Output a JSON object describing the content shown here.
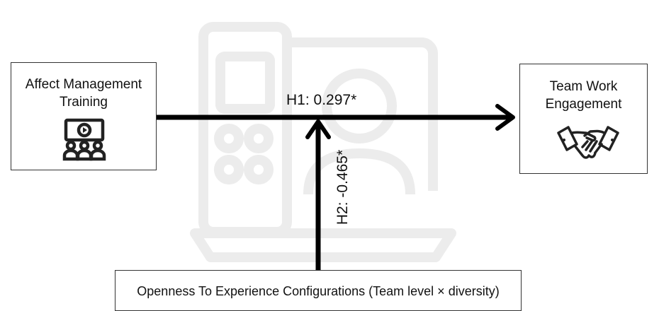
{
  "nodes": {
    "left": {
      "line1": "Affect Management",
      "line2": "Training",
      "icon": "video-training-icon"
    },
    "right": {
      "line1": "Team Work",
      "line2": "Engagement",
      "icon": "handshake-icon"
    },
    "bottom": {
      "label": "Openness To Experience Configurations (Team level × diversity)"
    }
  },
  "paths": {
    "h1": "H1: 0.297*",
    "h2": "H2: -0.465*"
  },
  "colors": {
    "line": "#000000",
    "box_border": "#333333",
    "watermark": "#ececec"
  }
}
